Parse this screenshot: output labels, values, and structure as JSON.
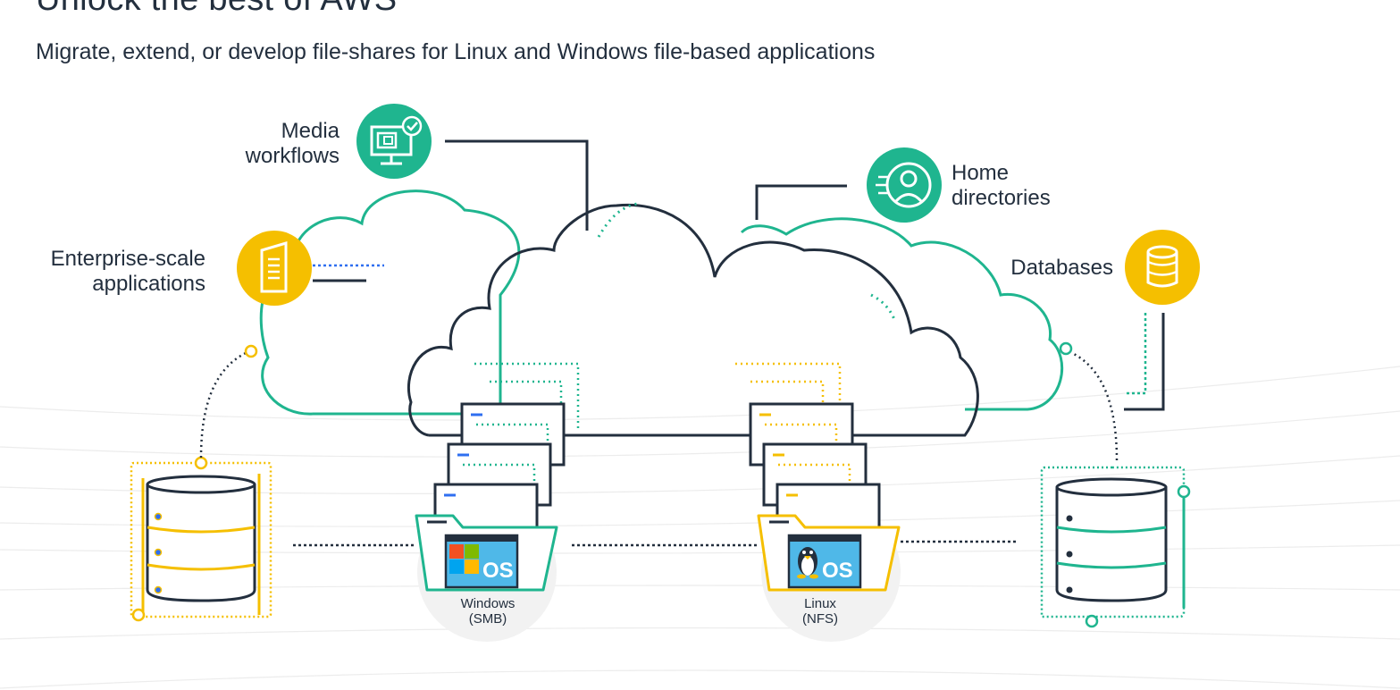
{
  "header": {
    "title": "Unlock the best of AWS",
    "subtitle": "Migrate, extend, or develop file-shares for Linux and Windows file-based applications"
  },
  "use_cases": {
    "media": {
      "line1": "Media",
      "line2": "workflows",
      "icon": "monitor-check-icon",
      "color": "#1fb58f"
    },
    "enterprise": {
      "line1": "Enterprise-scale",
      "line2": "applications",
      "icon": "building-icon",
      "color": "#f5bf00"
    },
    "home": {
      "line1": "Home",
      "line2": "directories",
      "icon": "user-profile-icon",
      "color": "#1fb58f"
    },
    "databases": {
      "line1": "Databases",
      "icon": "database-icon",
      "color": "#f5bf00"
    }
  },
  "file_systems": {
    "windows": {
      "line1": "Windows",
      "line2": "(SMB)",
      "badge": "OS",
      "icon": "windows-logo-icon",
      "accent": "#2f6ff0",
      "folder_color": "#1fb58f"
    },
    "linux": {
      "line1": "Linux",
      "line2": "(NFS)",
      "badge": "OS",
      "icon": "linux-penguin-icon",
      "accent": "#f5bf00",
      "folder_color": "#f5bf00"
    }
  },
  "colors": {
    "teal": "#1fb58f",
    "yellow": "#f5bf00",
    "dark": "#232f3e",
    "blue": "#2f6ff0",
    "os_screen": "#4fb8e8"
  }
}
